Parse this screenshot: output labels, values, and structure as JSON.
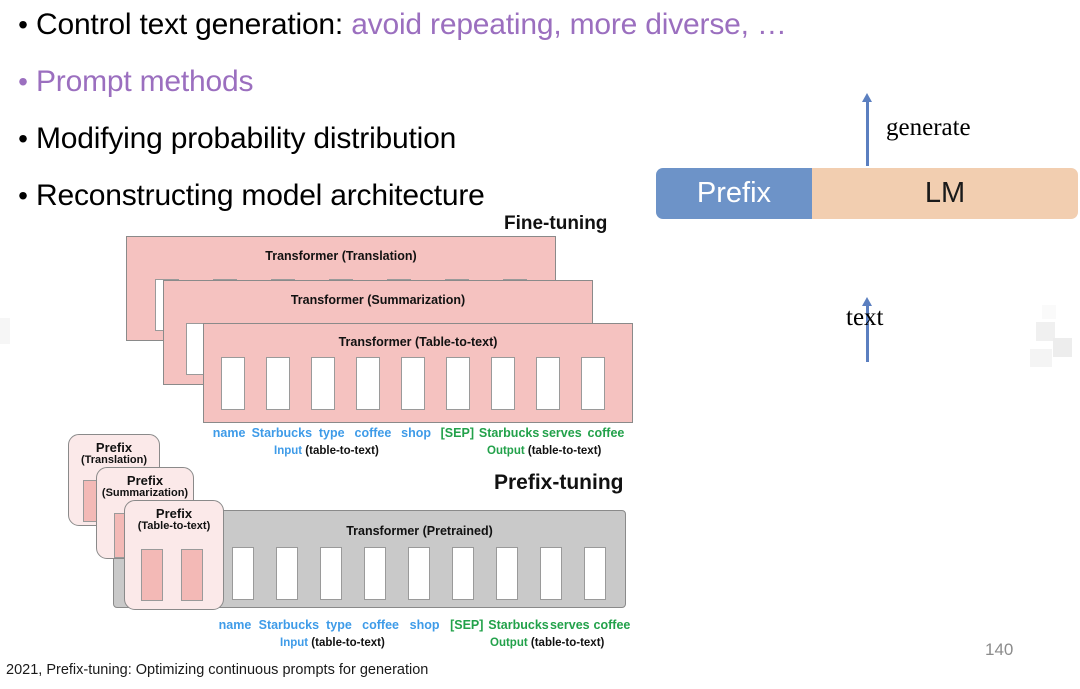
{
  "slide": {
    "page_number": "140",
    "footnote": "2021, Prefix-tuning: Optimizing continuous prompts for generation",
    "accent_color": "#9B6FBF",
    "prefix_color": "#6D93C8",
    "lm_color": "#F2CEB0",
    "transformer_pink": "#F5C2C0",
    "transformer_gray": "#C9C9C9",
    "input_blue": "#3E9BE8",
    "output_green": "#22A14A"
  },
  "bullets": [
    {
      "marker": "•",
      "text_plain": "Control text generation: ",
      "text_accent": "avoid repeating,  more diverse, …",
      "accent": false
    },
    {
      "marker": "•",
      "text_plain": "Prompt methods",
      "text_accent": "",
      "accent": true
    },
    {
      "marker": "•",
      "text_plain": "Modifying probability distribution",
      "text_accent": "",
      "accent": false
    },
    {
      "marker": "•",
      "text_plain": "Reconstructing model architecture",
      "text_accent": "",
      "accent": false
    }
  ],
  "lm_diagram": {
    "generate_label": "generate",
    "text_label": "text",
    "prefix_label": "Prefix",
    "lm_label": "LM"
  },
  "figure": {
    "finetuning_title": "Fine-tuning",
    "prefixtuning_title": "Prefix-tuning",
    "finetune_transformers": [
      {
        "label": "Transformer (Translation)"
      },
      {
        "label": "Transformer (Summarization)"
      },
      {
        "label": "Transformer (Table-to-text)"
      }
    ],
    "pretrained_transformer": {
      "label": "Transformer  (Pretrained)"
    },
    "prefix_cards": [
      {
        "title": "Prefix",
        "subtitle": "(Translation)"
      },
      {
        "title": "Prefix",
        "subtitle": "(Summarization)"
      },
      {
        "title": "Prefix",
        "subtitle": "(Table-to-text)"
      }
    ],
    "tokens": [
      {
        "text": "name",
        "kind": "input"
      },
      {
        "text": "Starbucks",
        "kind": "input"
      },
      {
        "text": "type",
        "kind": "input"
      },
      {
        "text": "coffee",
        "kind": "input"
      },
      {
        "text": "shop",
        "kind": "input"
      },
      {
        "text": "[SEP]",
        "kind": "output"
      },
      {
        "text": "Starbucks",
        "kind": "output"
      },
      {
        "text": "serves",
        "kind": "output"
      },
      {
        "text": "coffee",
        "kind": "output"
      }
    ],
    "captions": {
      "input_word": "Input",
      "input_task": " (table-to-text)",
      "output_word": "Output",
      "output_task": " (table-to-text)"
    },
    "slot_count": 9
  }
}
